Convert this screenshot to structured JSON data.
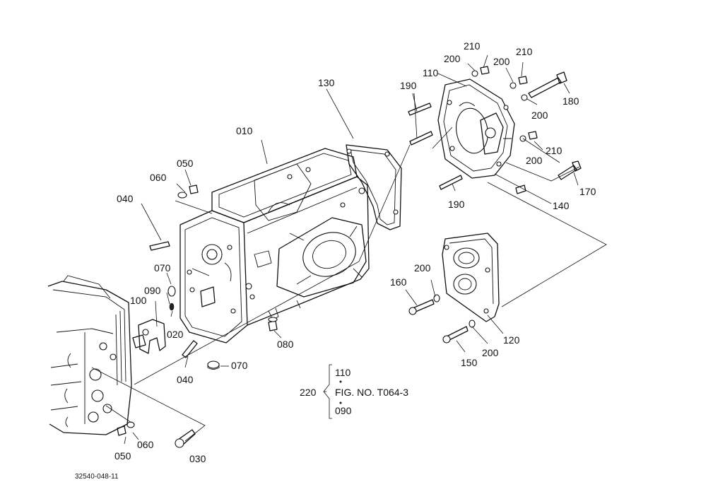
{
  "labels": [
    {
      "id": "010",
      "text": "010"
    },
    {
      "id": "020",
      "text": "020"
    },
    {
      "id": "030",
      "text": "030"
    },
    {
      "id": "040a",
      "text": "040"
    },
    {
      "id": "040b",
      "text": "040"
    },
    {
      "id": "050a",
      "text": "050"
    },
    {
      "id": "050b",
      "text": "050"
    },
    {
      "id": "060a",
      "text": "060"
    },
    {
      "id": "060b",
      "text": "060"
    },
    {
      "id": "070a",
      "text": "070"
    },
    {
      "id": "070b",
      "text": "070"
    },
    {
      "id": "080",
      "text": "080"
    },
    {
      "id": "090",
      "text": "090"
    },
    {
      "id": "100",
      "text": "100"
    },
    {
      "id": "110",
      "text": "110"
    },
    {
      "id": "120",
      "text": "120"
    },
    {
      "id": "130",
      "text": "130"
    },
    {
      "id": "140",
      "text": "140"
    },
    {
      "id": "150",
      "text": "150"
    },
    {
      "id": "160",
      "text": "160"
    },
    {
      "id": "170",
      "text": "170"
    },
    {
      "id": "180",
      "text": "180"
    },
    {
      "id": "190a",
      "text": "190"
    },
    {
      "id": "190b",
      "text": "190"
    },
    {
      "id": "200a",
      "text": "200"
    },
    {
      "id": "200b",
      "text": "200"
    },
    {
      "id": "200c",
      "text": "200"
    },
    {
      "id": "200d",
      "text": "200"
    },
    {
      "id": "200e",
      "text": "200"
    },
    {
      "id": "200f",
      "text": "200"
    },
    {
      "id": "210a",
      "text": "210"
    },
    {
      "id": "210b",
      "text": "210"
    },
    {
      "id": "210c",
      "text": "210"
    }
  ],
  "reference": {
    "group": "220",
    "top": "110",
    "figure": "FIG. NO. T064-3",
    "bottom": "090"
  },
  "drawing_number": "32540-048-11"
}
